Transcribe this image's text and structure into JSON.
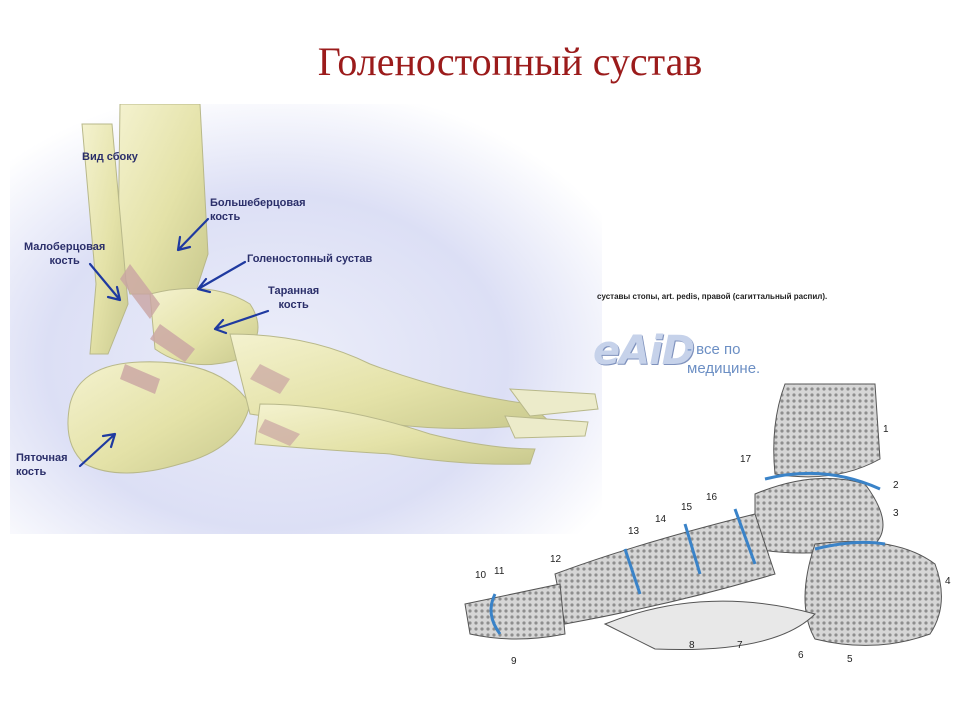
{
  "title": "Голеностопный сустав",
  "left_figure": {
    "labels": {
      "side_view": "Вид сбоку",
      "tibia_line1": "Большеберцовая",
      "tibia_line2": "кость",
      "fibula_line1": "Малоберцовая",
      "fibula_line2": "кость",
      "ankle_joint": "Голеностопный сустав",
      "talus_line1": "Таранная",
      "talus_line2": "кость",
      "calcaneus_line1": "Пяточная",
      "calcaneus_line2": "кость"
    },
    "arrow_color": "#1f3aa0"
  },
  "right_figure": {
    "caption": "суставы стопы, art. pedis, правой (сагиттальный распил).",
    "watermark_logo": "eAiD",
    "watermark_tag_line1": "- все по",
    "watermark_tag_line2": "медицине.",
    "numbers": [
      "1",
      "2",
      "3",
      "4",
      "5",
      "6",
      "7",
      "8",
      "9",
      "10",
      "11",
      "12",
      "13",
      "14",
      "15",
      "16",
      "17"
    ]
  }
}
